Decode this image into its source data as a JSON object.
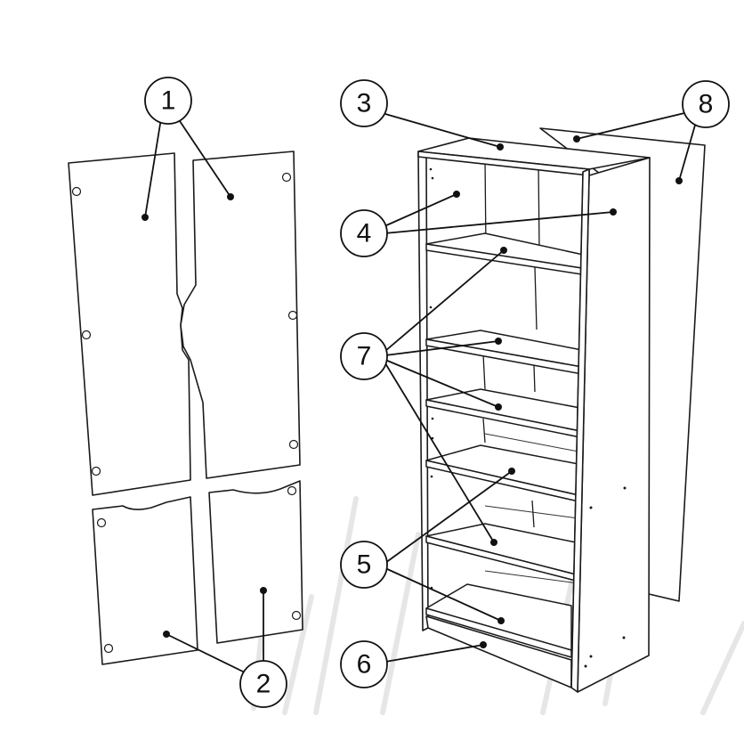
{
  "callouts": [
    {
      "id": "1",
      "label": "1"
    },
    {
      "id": "2",
      "label": "2"
    },
    {
      "id": "3",
      "label": "3"
    },
    {
      "id": "4",
      "label": "4"
    },
    {
      "id": "5",
      "label": "5"
    },
    {
      "id": "6",
      "label": "6"
    },
    {
      "id": "7",
      "label": "7"
    },
    {
      "id": "8",
      "label": "8"
    }
  ],
  "colors": {
    "line": "#1a1a1a",
    "background": "#ffffff",
    "watermark": "#e6e6e6"
  }
}
